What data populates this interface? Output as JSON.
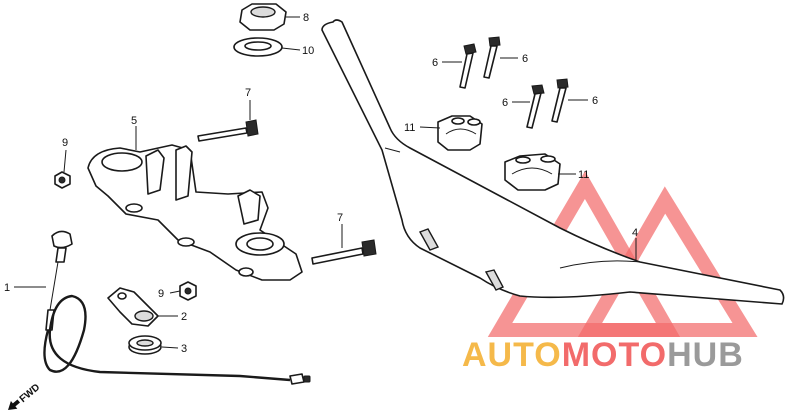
{
  "diagram": {
    "callouts": {
      "c1": "1",
      "c2": "2",
      "c3": "3",
      "c4": "4",
      "c5": "5",
      "c6a": "6",
      "c6b": "6",
      "c6c": "6",
      "c6d": "6",
      "c7a": "7",
      "c7b": "7",
      "c8": "8",
      "c9a": "9",
      "c9b": "9",
      "c10": "10",
      "c11a": "11",
      "c11b": "11"
    },
    "direction_label": "FWD"
  },
  "watermark": {
    "part1": "AUTO",
    "part2": "MOTO",
    "part3": "HUB",
    "colors": {
      "logo": "#f26b6b",
      "part1": "#f5b94a",
      "part2": "#f26b6b",
      "part3": "#9a9a9a"
    }
  }
}
